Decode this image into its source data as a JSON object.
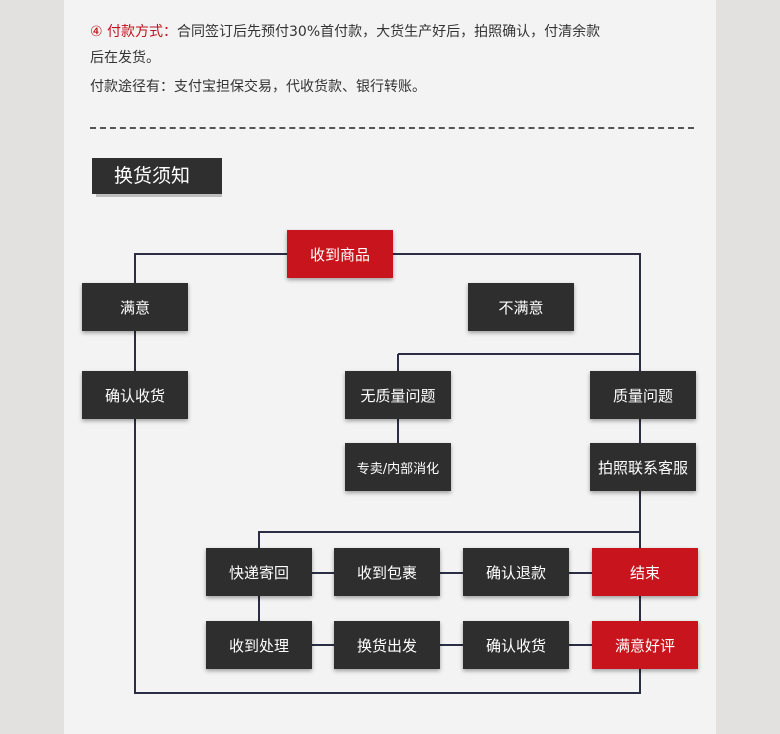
{
  "payment": {
    "line1_marker": "④ 付款方式：",
    "line1_text": "合同签订后先预付30%首付款，大货生产好后，拍照确认，付清余款",
    "line2_text": "后在发货。",
    "line3_text": "付款途径有：支付宝担保交易，代收货款、银行转账。"
  },
  "section_title": "换货须知",
  "flow": {
    "receive_goods": "收到商品",
    "satisfied": "满意",
    "unsatisfied": "不满意",
    "confirm_receipt": "确认收货",
    "no_quality_issue": "无质量问题",
    "quality_issue": "质量问题",
    "internal_sale": "专卖/内部消化",
    "photo_contact": "拍照联系客服",
    "express_return": "快递寄回",
    "receive_package": "收到包裹",
    "confirm_refund": "确认退款",
    "end": "结束",
    "process": "收到处理",
    "ship_exchange": "换货出发",
    "confirm_receipt_2": "确认收货",
    "good_review": "满意好评"
  },
  "colors": {
    "accent_red": "#c8141c",
    "box_dark": "#2e2e2e",
    "line": "#2a2d44"
  }
}
